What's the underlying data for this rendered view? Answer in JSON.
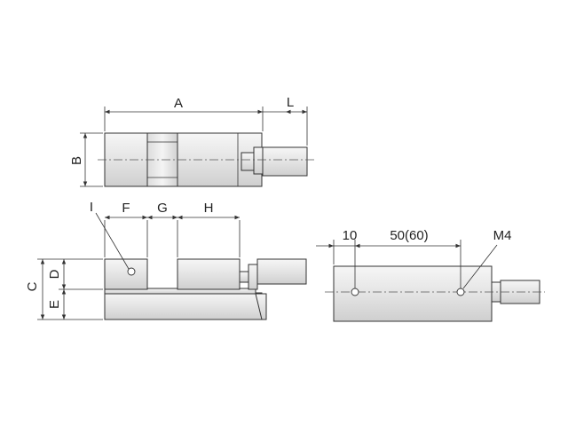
{
  "dimension_labels": {
    "A": "A",
    "B": "B",
    "L": "L",
    "I": "I",
    "F": "F",
    "G": "G",
    "H": "H",
    "C": "C",
    "D": "D",
    "E": "E",
    "dim_10": "10",
    "dim_50_60": "50(60)",
    "M4": "M4"
  }
}
